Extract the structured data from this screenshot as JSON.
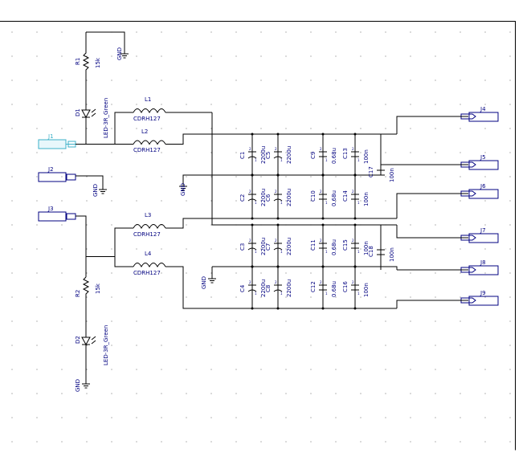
{
  "components": {
    "R1": {
      "ref": "R1",
      "value": "15k"
    },
    "R2": {
      "ref": "R2",
      "value": "15k"
    },
    "D1": {
      "ref": "D1",
      "value": "LED-3R_Green"
    },
    "D2": {
      "ref": "D2",
      "value": "LED-3R_Green"
    },
    "L1": {
      "ref": "L1",
      "value": "CDRH127"
    },
    "L2": {
      "ref": "L2",
      "value": "CDRH127"
    },
    "L3": {
      "ref": "L3",
      "value": "CDRH127"
    },
    "L4": {
      "ref": "L4",
      "value": "CDRH127"
    },
    "J1": {
      "ref": "J1"
    },
    "J2": {
      "ref": "J2"
    },
    "J3": {
      "ref": "J3"
    },
    "J4": {
      "ref": "J4"
    },
    "J5": {
      "ref": "J5"
    },
    "J6": {
      "ref": "J6"
    },
    "J7": {
      "ref": "J7"
    },
    "J8": {
      "ref": "J8"
    },
    "J9": {
      "ref": "J9"
    },
    "C1": {
      "ref": "C1",
      "value": "2200u"
    },
    "C2": {
      "ref": "C2",
      "value": "2200u"
    },
    "C3": {
      "ref": "C3",
      "value": "2200u"
    },
    "C4": {
      "ref": "C4",
      "value": "2200u"
    },
    "C5": {
      "ref": "C5",
      "value": "2200u"
    },
    "C6": {
      "ref": "C6",
      "value": "2200u"
    },
    "C7": {
      "ref": "C7",
      "value": "2200u"
    },
    "C8": {
      "ref": "C8",
      "value": "2200u"
    },
    "C9": {
      "ref": "C9",
      "value": "0.68u"
    },
    "C10": {
      "ref": "C10",
      "value": "0.68u"
    },
    "C11": {
      "ref": "C11",
      "value": "0.68u"
    },
    "C12": {
      "ref": "C12",
      "value": "0.68u"
    },
    "C13": {
      "ref": "C13",
      "value": "100n"
    },
    "C14": {
      "ref": "C14",
      "value": "100n"
    },
    "C15": {
      "ref": "C15",
      "value": "100n"
    },
    "C16": {
      "ref": "C16",
      "value": "100n"
    },
    "C17": {
      "ref": "C17",
      "value": "100n"
    },
    "C18": {
      "ref": "C18",
      "value": "100n"
    }
  },
  "power": {
    "gnd_r1": "GND",
    "gnd_j2": "GND",
    "gnd_top": "GND",
    "gnd_bottom": "GND",
    "gnd_d2": "GND"
  },
  "pins": {
    "one": "1",
    "two": "2"
  },
  "colors": {
    "wire": "#000000",
    "symbol_text": "#000080",
    "selected": "#3cb0c8",
    "grid": "#808080",
    "border": "#000000"
  }
}
